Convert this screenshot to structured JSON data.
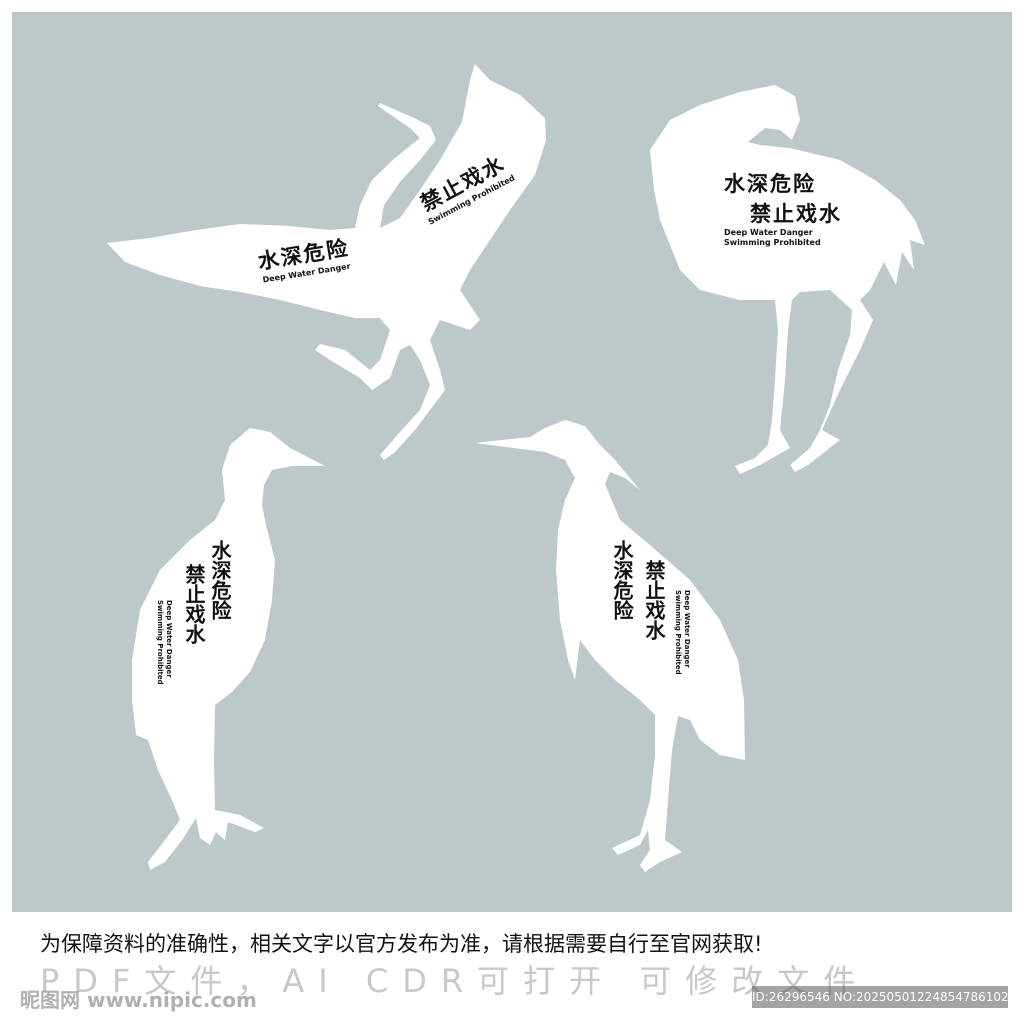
{
  "colors": {
    "panel": "#bcc8c9",
    "silhouette": "#ffffff",
    "text": "#111111"
  },
  "icons": [
    "flying-crane-icon",
    "preening-crane-icon",
    "standing-egret-icon",
    "standing-heron-icon"
  ],
  "signs": {
    "flying": {
      "line1": "水深危险",
      "line1_en": "Deep Water Danger",
      "line2": "禁止戏水",
      "line2_en": "Swimming Prohibited"
    },
    "preening": {
      "line1": "水深危险",
      "line2": "禁止戏水",
      "en1": "Deep Water Danger",
      "en2": "Swimming Prohibited"
    },
    "egret": {
      "line1": "水深危险",
      "line2": "禁止戏水",
      "en1": "Deep Water Danger",
      "en2": "Swimming Prohibited"
    },
    "heron": {
      "line1": "水深危险",
      "line2": "禁止戏水",
      "en1": "Deep Water Danger",
      "en2": "Swimming Prohibited"
    }
  },
  "caption": "为保障资料的准确性，相关文字以官方发布为准，请根据需要自行至官网获取!",
  "formats": "PDF文件，AI CDR可打开 可修改文件",
  "watermark": {
    "left": "昵图网 www.nipic.com",
    "right": "ID:26296546 NO:20250501224854786102"
  }
}
